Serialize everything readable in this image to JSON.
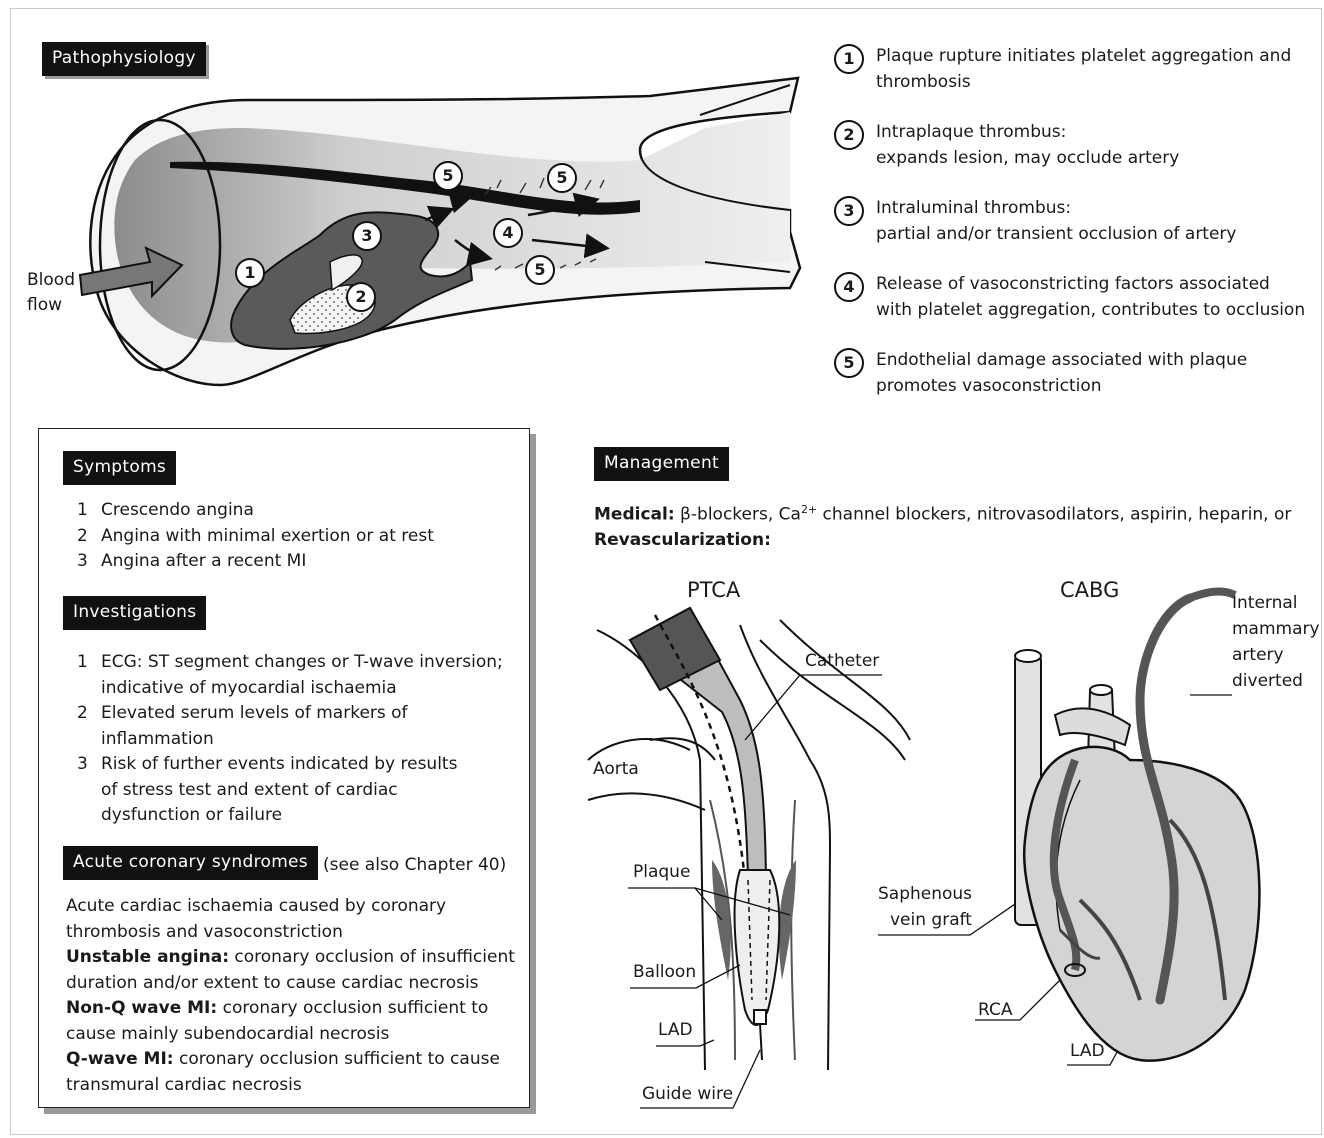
{
  "pathophysiology": {
    "title": "Pathophysiology",
    "blood_flow": [
      "Blood",
      "flow"
    ],
    "markers": [
      "1",
      "2",
      "3",
      "4",
      "5",
      "5",
      "5"
    ],
    "notes": [
      {
        "num": "1",
        "lines": [
          "Plaque rupture initiates platelet aggregation and",
          "thrombosis"
        ]
      },
      {
        "num": "2",
        "lines": [
          "Intraplaque thrombus:",
          "expands lesion, may occlude artery"
        ]
      },
      {
        "num": "3",
        "lines": [
          "Intraluminal thrombus:",
          "partial and/or transient occlusion of artery"
        ]
      },
      {
        "num": "4",
        "lines": [
          "Release of vasoconstricting factors associated",
          "with platelet aggregation, contributes to occlusion"
        ]
      },
      {
        "num": "5",
        "lines": [
          "Endothelial damage associated with plaque",
          "promotes vasoconstriction"
        ]
      }
    ]
  },
  "symptoms": {
    "title": "Symptoms",
    "items": [
      {
        "n": "1",
        "lines": [
          "Crescendo angina"
        ]
      },
      {
        "n": "2",
        "lines": [
          "Angina with minimal exertion or at rest"
        ]
      },
      {
        "n": "3",
        "lines": [
          "Angina after a recent MI"
        ]
      }
    ]
  },
  "investigations": {
    "title": "Investigations",
    "items": [
      {
        "n": "1",
        "lines": [
          "ECG: ST segment changes or T-wave inversion;",
          "indicative of myocardial ischaemia"
        ]
      },
      {
        "n": "2",
        "lines": [
          "Elevated serum levels of markers of",
          "inflammation"
        ]
      },
      {
        "n": "3",
        "lines": [
          "Risk of further events indicated by results",
          "of stress test and extent of cardiac",
          "dysfunction or failure"
        ]
      }
    ]
  },
  "acs": {
    "title": "Acute coronary syndromes",
    "see_also": "(see also Chapter 40)",
    "intro": [
      "Acute cardiac ischaemia caused by coronary",
      "thrombosis and vasoconstriction"
    ],
    "unstable_label": "Unstable angina:",
    "unstable_text": " coronary occlusion of insufficient",
    "unstable_line2": "duration and/or extent to cause cardiac necrosis",
    "nonq_label": "Non-Q wave MI:",
    "nonq_text": " coronary occlusion sufficient to",
    "nonq_line2": "cause mainly subendocardial necrosis",
    "qwave_label": "Q-wave MI:",
    "qwave_text": " coronary occlusion sufficient to cause",
    "qwave_line2": "transmural cardiac necrosis"
  },
  "management": {
    "title": "Management",
    "medical_label": "Medical:",
    "beta": "β",
    "medical_text_a": "-blockers, Ca",
    "medical_sup": "2+",
    "medical_text_b": " channel blockers, nitrovasodilators, aspirin, heparin, or",
    "revasc_label": "Revascularization:"
  },
  "ptca": {
    "title": "PTCA",
    "labels": {
      "catheter": "Catheter",
      "aorta": "Aorta",
      "plaque": "Plaque",
      "balloon": "Balloon",
      "lad": "LAD",
      "guide_wire": "Guide wire"
    }
  },
  "cabg": {
    "title": "CABG",
    "internal_mammary": [
      "Internal",
      "mammary",
      "artery",
      "diverted"
    ],
    "saphenous": [
      "Saphenous",
      "vein graft"
    ],
    "rca": "RCA",
    "lad": "LAD"
  }
}
